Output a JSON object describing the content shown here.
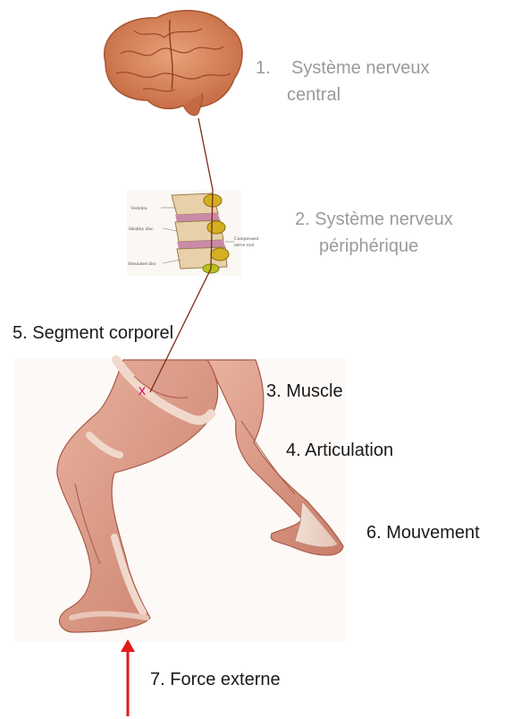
{
  "labels": {
    "l1_num": "1.",
    "l1_a": "Système nerveux",
    "l1_b": "central",
    "l2_a": "2. Système nerveux",
    "l2_b": "périphérique",
    "l5": "5. Segment corporel",
    "l3": "3. Muscle",
    "l4": "4. Articulation",
    "l6": "6. Mouvement",
    "l7": "7. Force externe",
    "mark": "x"
  },
  "spine_labels": {
    "vertebra": "Vertebra",
    "healthy_disc": "Healthy disc",
    "herniated_disc": "Herniated disc",
    "compressed_a": "Compressed",
    "compressed_b": "nerve root"
  },
  "colors": {
    "label_gray": "#9a9a9a",
    "label_black": "#1a1a1a",
    "nerve_line": "#7a2a1a",
    "force_arrow": "#e01a1a",
    "mark": "#d0155a"
  }
}
